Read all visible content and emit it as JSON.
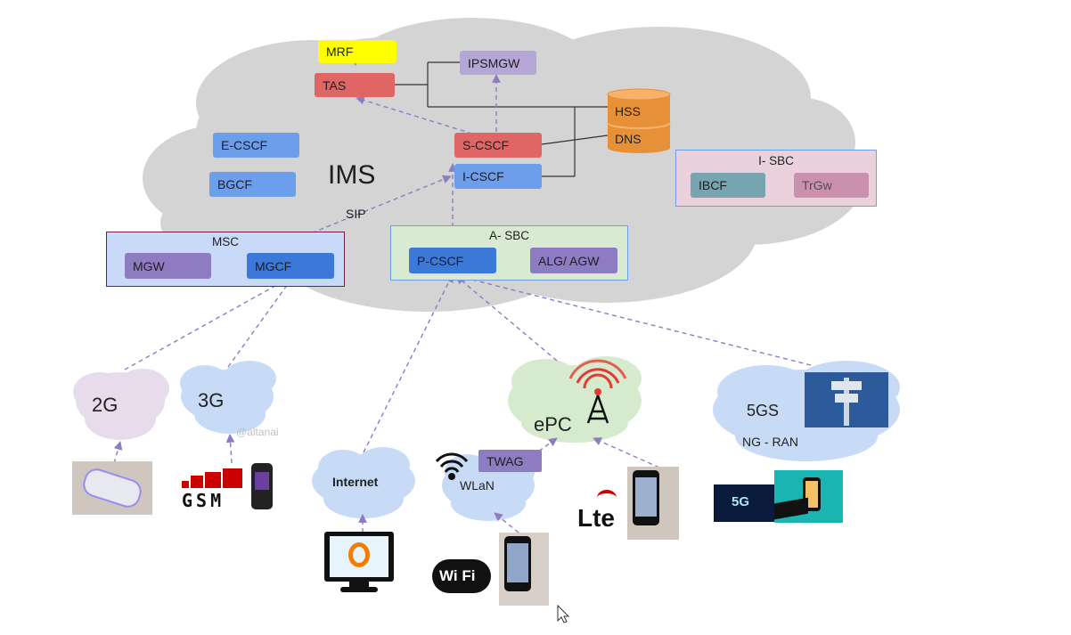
{
  "ims": {
    "title": "IMS",
    "sip_label": "SIP",
    "nodes": {
      "mrf": "MRF",
      "tas": "TAS",
      "ipsmgw": "IPSMGW",
      "hss": "HSS",
      "dns": "DNS",
      "e_cscf": "E-CSCF",
      "bgcf": "BGCF",
      "s_cscf": "S-CSCF",
      "i_cscf": "I-CSCF"
    },
    "i_sbc": {
      "title": "I- SBC",
      "ibcf": "IBCF",
      "trgw": "TrGw"
    },
    "a_sbc": {
      "title": "A- SBC",
      "p_cscf": "P-CSCF",
      "alg": "ALG/ AGW"
    },
    "msc": {
      "title": "MSC",
      "mgw": "MGW",
      "mgcf": "MGCF"
    }
  },
  "access": {
    "g2": "2G",
    "g3": "3G",
    "watermark": "@altanai",
    "gsm": "GSM",
    "internet": "Internet",
    "epc": "ePC",
    "twag": "TWAG",
    "wlan": "WLaN",
    "wifi": "Wi Fi",
    "lte": "Lte",
    "fivegs": "5GS",
    "ngran": "NG - RAN",
    "fiveg_badge": "5G"
  },
  "colors": {
    "cloud_main": "#d4d4d4",
    "cloud_access": "#c7dbf7",
    "cloud_epc": "#d6ebcd",
    "cloud_2g": "#e6dcec",
    "blue_box": "#6d9eeb",
    "dark_blue_box": "#3c78d8",
    "red_box": "#e06666",
    "purple_box": "#8e7cc3",
    "lavender_box": "#b4a7d6",
    "yellow_box": "#ffff00",
    "orange_db": "#e69138",
    "arrow": "#8e7cc3"
  }
}
